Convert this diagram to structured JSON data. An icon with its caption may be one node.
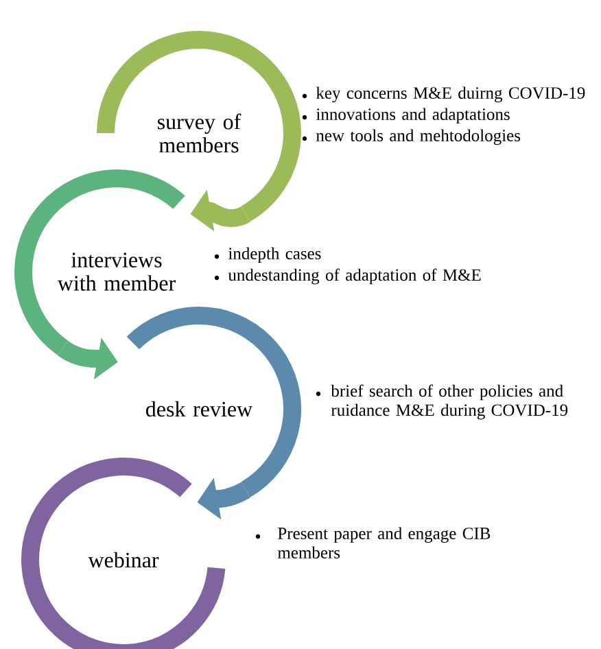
{
  "diagram": {
    "nodes": [
      {
        "text": [
          "survey of members"
        ],
        "beside": [
          "key concerns M&E duirng COVID-19",
          "innovations and adaptations",
          "new tools and mehtodologies"
        ]
      },
      {
        "text": [
          "interviews with member"
        ],
        "beside": [
          "indepth cases",
          "undestanding of adaptation of M&E"
        ]
      },
      {
        "text": [
          "desk review"
        ],
        "beside": [
          "brief search of other  policies and ruidance M&E during COVID-19"
        ]
      },
      {
        "text": [
          "webinar"
        ]
      }
    ],
    "labels": [
      "Present paper and engage CIB members"
    ],
    "edges": [
      {
        "from": 0,
        "to": 1,
        "arrow": "to",
        "color": "#9bbb59"
      },
      {
        "from": 1,
        "to": 2,
        "arrow": "to",
        "color": "#5db37e"
      },
      {
        "from": 2,
        "to": 3,
        "arrow": "to",
        "color": "#5b8aad"
      }
    ]
  }
}
